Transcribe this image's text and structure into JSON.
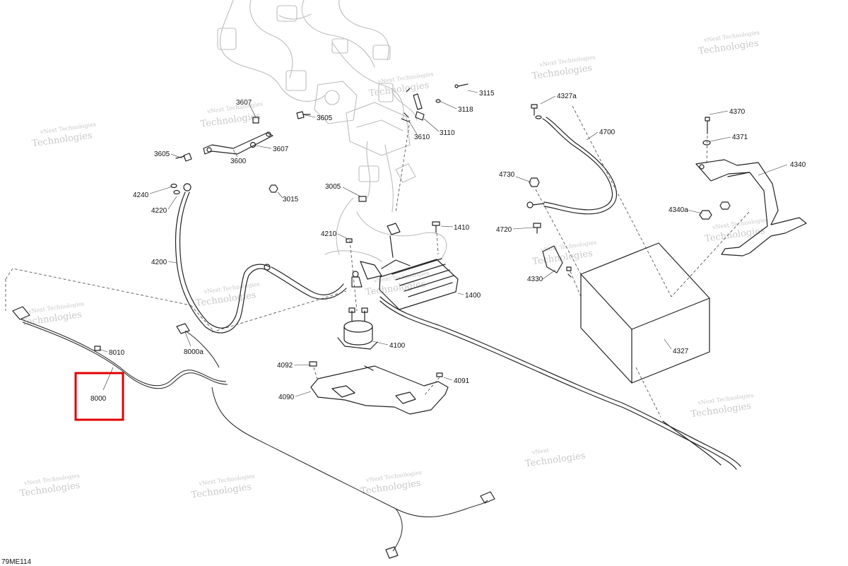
{
  "diagram": {
    "code": "79ME114",
    "watermark": [
      "vNext Technologies",
      "Technologies",
      "vNext",
      "Technologies"
    ],
    "highlight": {
      "part": "8000",
      "color": "#e00000"
    },
    "parts": {
      "p3115": "3115",
      "p3118": "3118",
      "p3110": "3110",
      "p3610": "3610",
      "p3607a": "3607",
      "p3605a": "3605",
      "p3605b": "3605",
      "p3607b": "3607",
      "p3600": "3600",
      "p4327a": "4327a",
      "p4700": "4700",
      "p4370": "4370",
      "p4371": "4371",
      "p4340": "4340",
      "p4240": "4240",
      "p4220": "4220",
      "p3015": "3015",
      "p3005": "3005",
      "p4730": "4730",
      "p4720": "4720",
      "p4340a": "4340a",
      "p1410": "1410",
      "p4210": "4210",
      "p4200": "4200",
      "p4330": "4330",
      "p1400": "1400",
      "p4100": "4100",
      "p4327": "4327",
      "p8010": "8010",
      "p8000a": "8000a",
      "p4092": "4092",
      "p4091": "4091",
      "p4090": "4090",
      "p8000": "8000"
    }
  }
}
